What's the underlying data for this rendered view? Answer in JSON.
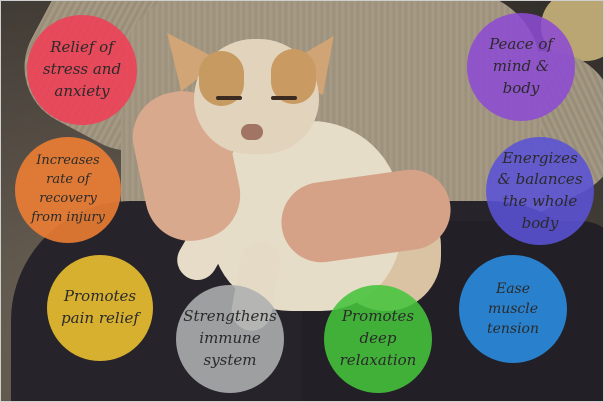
{
  "bubbles": [
    {
      "id": "relief-of-stress",
      "text": "Relief of stress and anxiety",
      "color": "#ef3f55"
    },
    {
      "id": "peace-of-mind",
      "text": "Peace of mind & body",
      "color": "#8c4bd3"
    },
    {
      "id": "recovery",
      "text": "Increases rate of recovery from injury",
      "color": "#f07f33"
    },
    {
      "id": "energizes",
      "text": "Energizes & balances the whole body",
      "color": "#5a52d6"
    },
    {
      "id": "pain-relief",
      "text": "Promotes pain relief",
      "color": "#f0c431"
    },
    {
      "id": "immune",
      "text": "Strengthens immune system",
      "color": "#aeb0b0"
    },
    {
      "id": "relaxation",
      "text": "Promotes deep relaxation",
      "color": "#46c43c"
    },
    {
      "id": "muscle",
      "text": "Ease muscle tension",
      "color": "#2a8ee6"
    }
  ],
  "photo": {
    "subject": "chihuahua-on-lap"
  }
}
